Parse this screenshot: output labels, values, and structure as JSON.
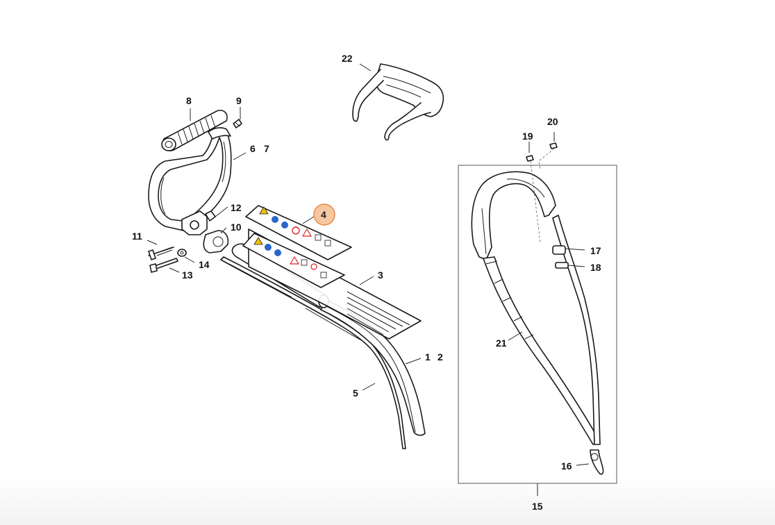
{
  "parts": {
    "p1": "1",
    "p2": "2",
    "p3": "3",
    "p4": "4",
    "p5": "5",
    "p6": "6",
    "p7": "7",
    "p8": "8",
    "p9": "9",
    "p10": "10",
    "p11": "11",
    "p12": "12",
    "p13": "13",
    "p14": "14",
    "p15": "15",
    "p16": "16",
    "p17": "17",
    "p18": "18",
    "p19": "19",
    "p20": "20",
    "p21": "21",
    "p22": "22"
  },
  "highlight_color": "#f6c7a0",
  "icons": [
    "warning-icon",
    "read-manual-icon",
    "eye-ear-protection-icon",
    "no-bystanders-icon",
    "flying-debris-icon",
    "boots-icon",
    "hazard-zone-icon"
  ]
}
